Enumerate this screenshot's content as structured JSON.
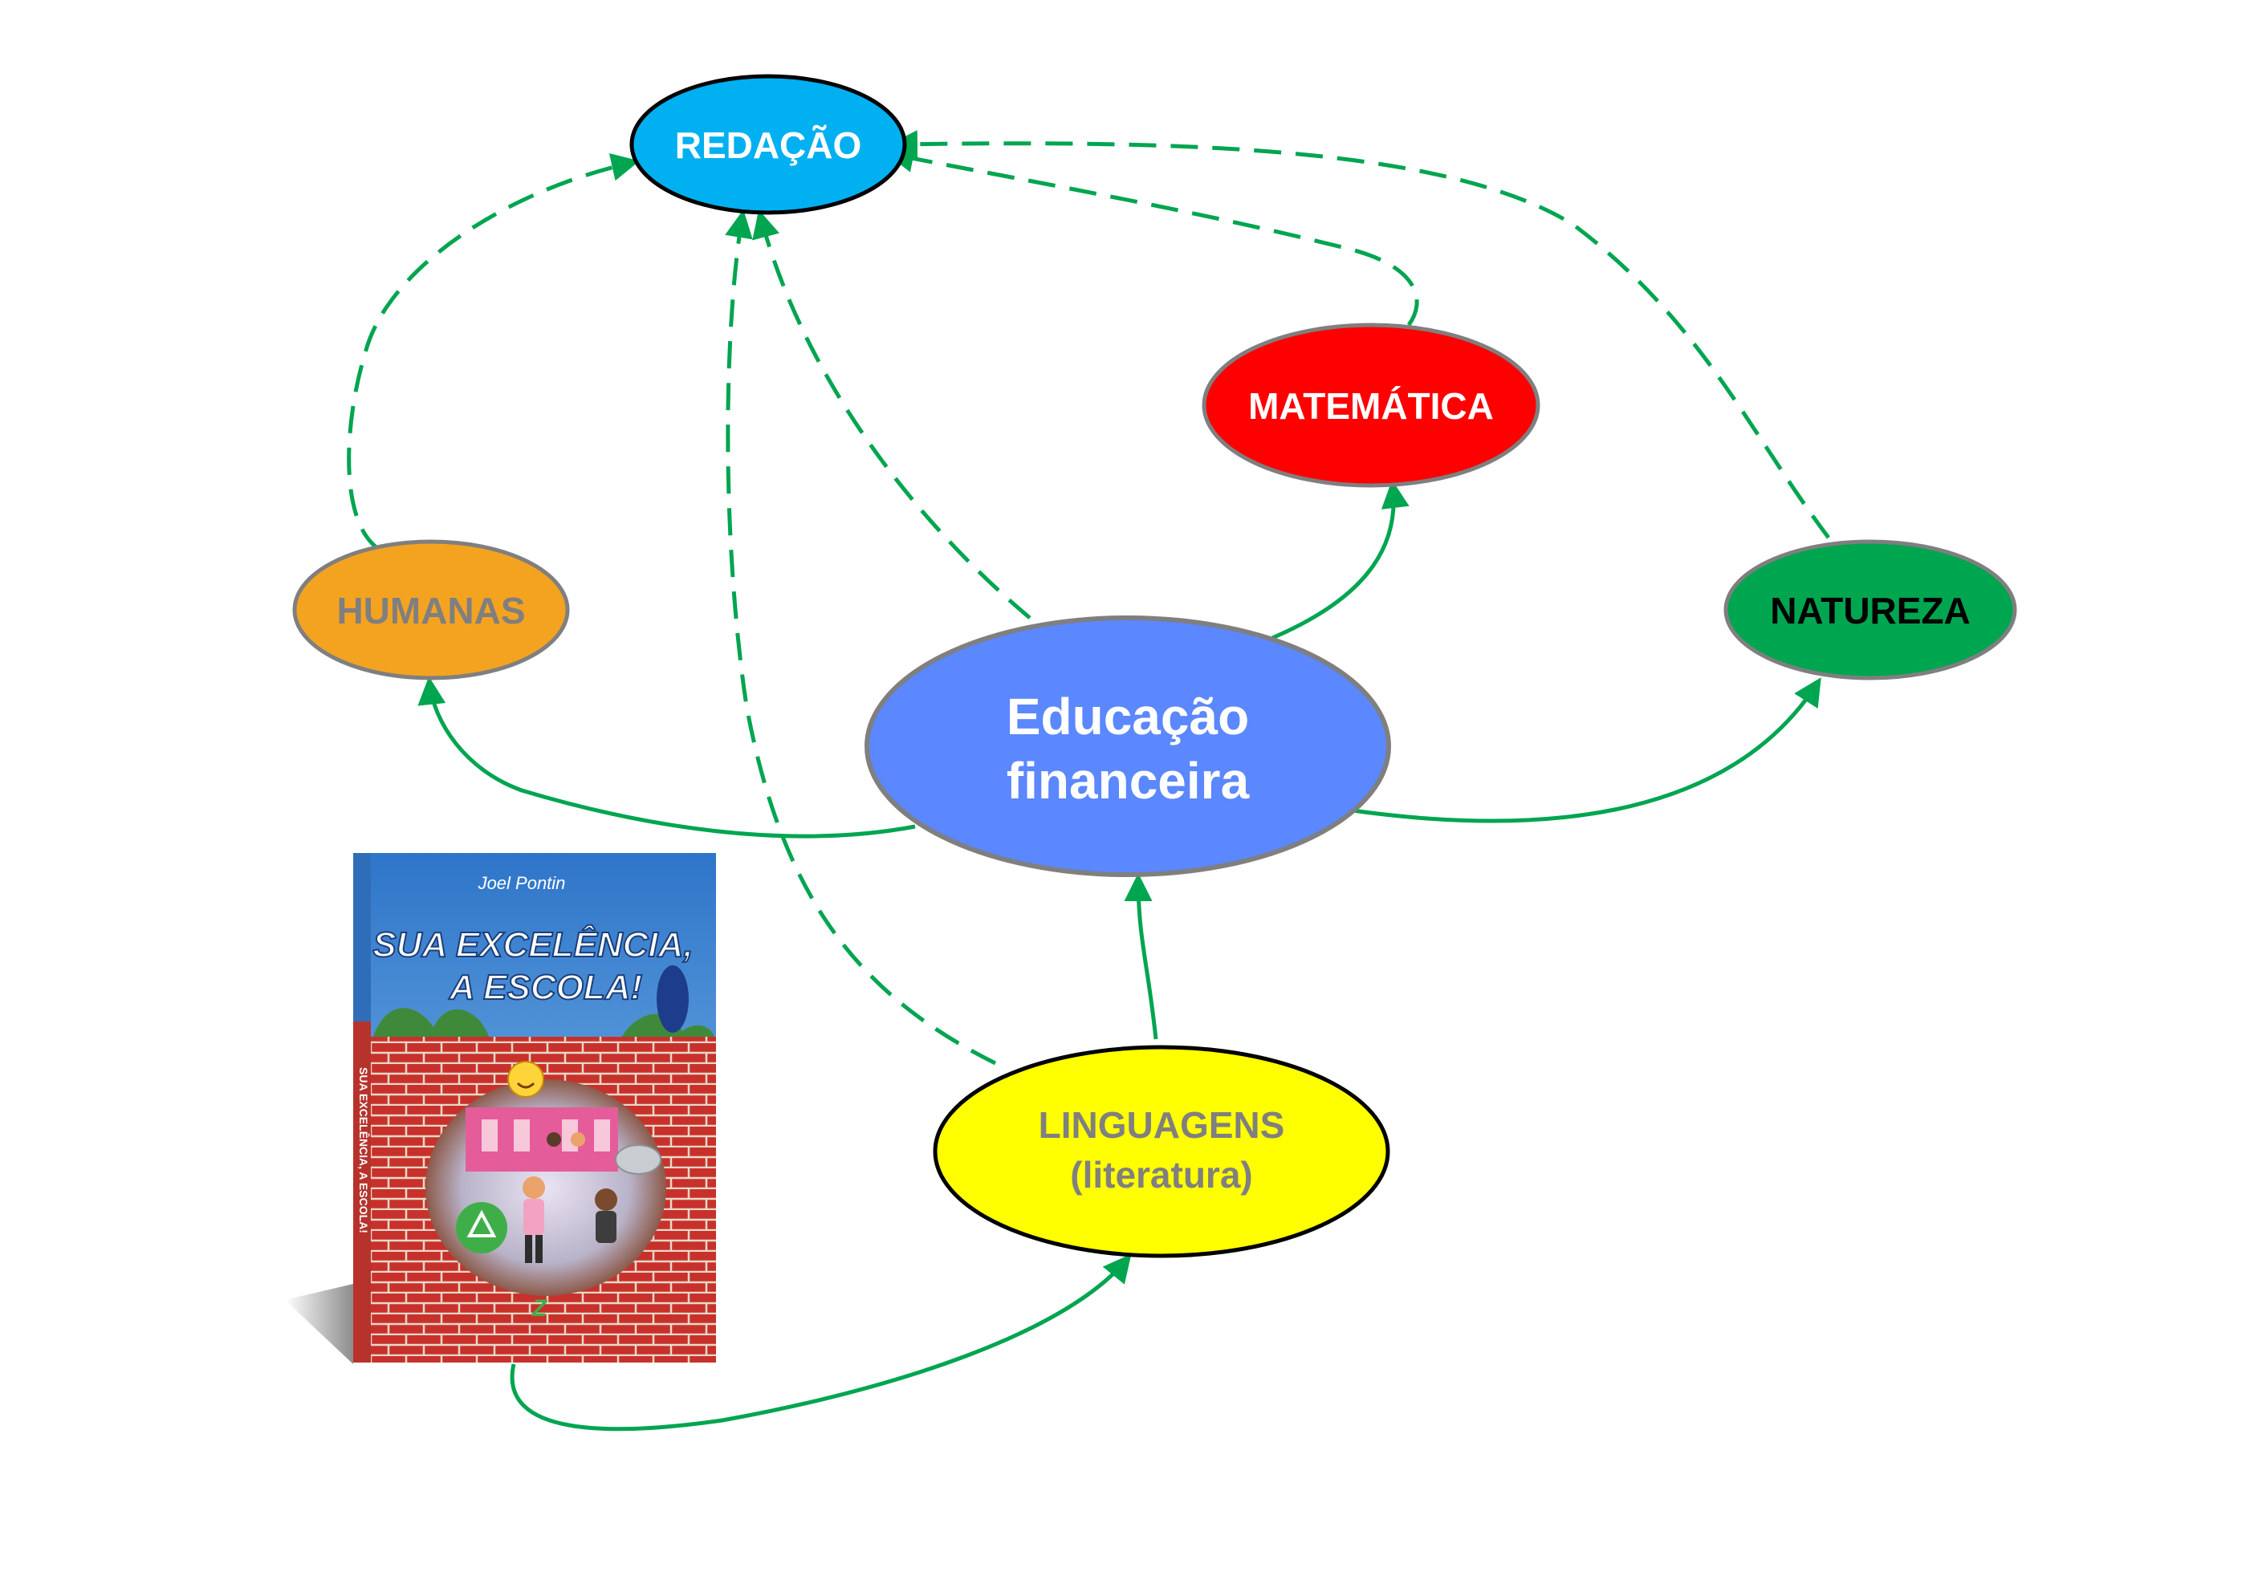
{
  "nodes": {
    "redacao": {
      "label": "REDAÇÃO",
      "fill": "#00B0F0",
      "text_color": "#FFFFFF"
    },
    "matematica": {
      "label": "MATEMÁTICA",
      "fill": "#FF0000",
      "text_color": "#FFFFFF"
    },
    "humanas": {
      "label": "HUMANAS",
      "fill": "#F4A321",
      "text_color": "#7F7F7F"
    },
    "natureza": {
      "label": "NATUREZA",
      "fill": "#00A550",
      "text_color": "#000000"
    },
    "educacao": {
      "label_line1": "Educação",
      "label_line2": "financeira",
      "fill": "#5B87FF",
      "text_color": "#FFFFFF"
    },
    "linguagens": {
      "label_line1": "LINGUAGENS",
      "label_line2": "(literatura)",
      "fill": "#FFFF00",
      "text_color": "#808080"
    }
  },
  "book": {
    "author": "Joel Pontin",
    "title_line1": "SUA EXCELÊNCIA,",
    "title_line2": "A ESCOLA!",
    "spine_text": "SUA EXCELÊNCIA, A ESCOLA!"
  },
  "colors": {
    "arrow": "#00A550",
    "ellipse_border": "#7F7F7F"
  }
}
